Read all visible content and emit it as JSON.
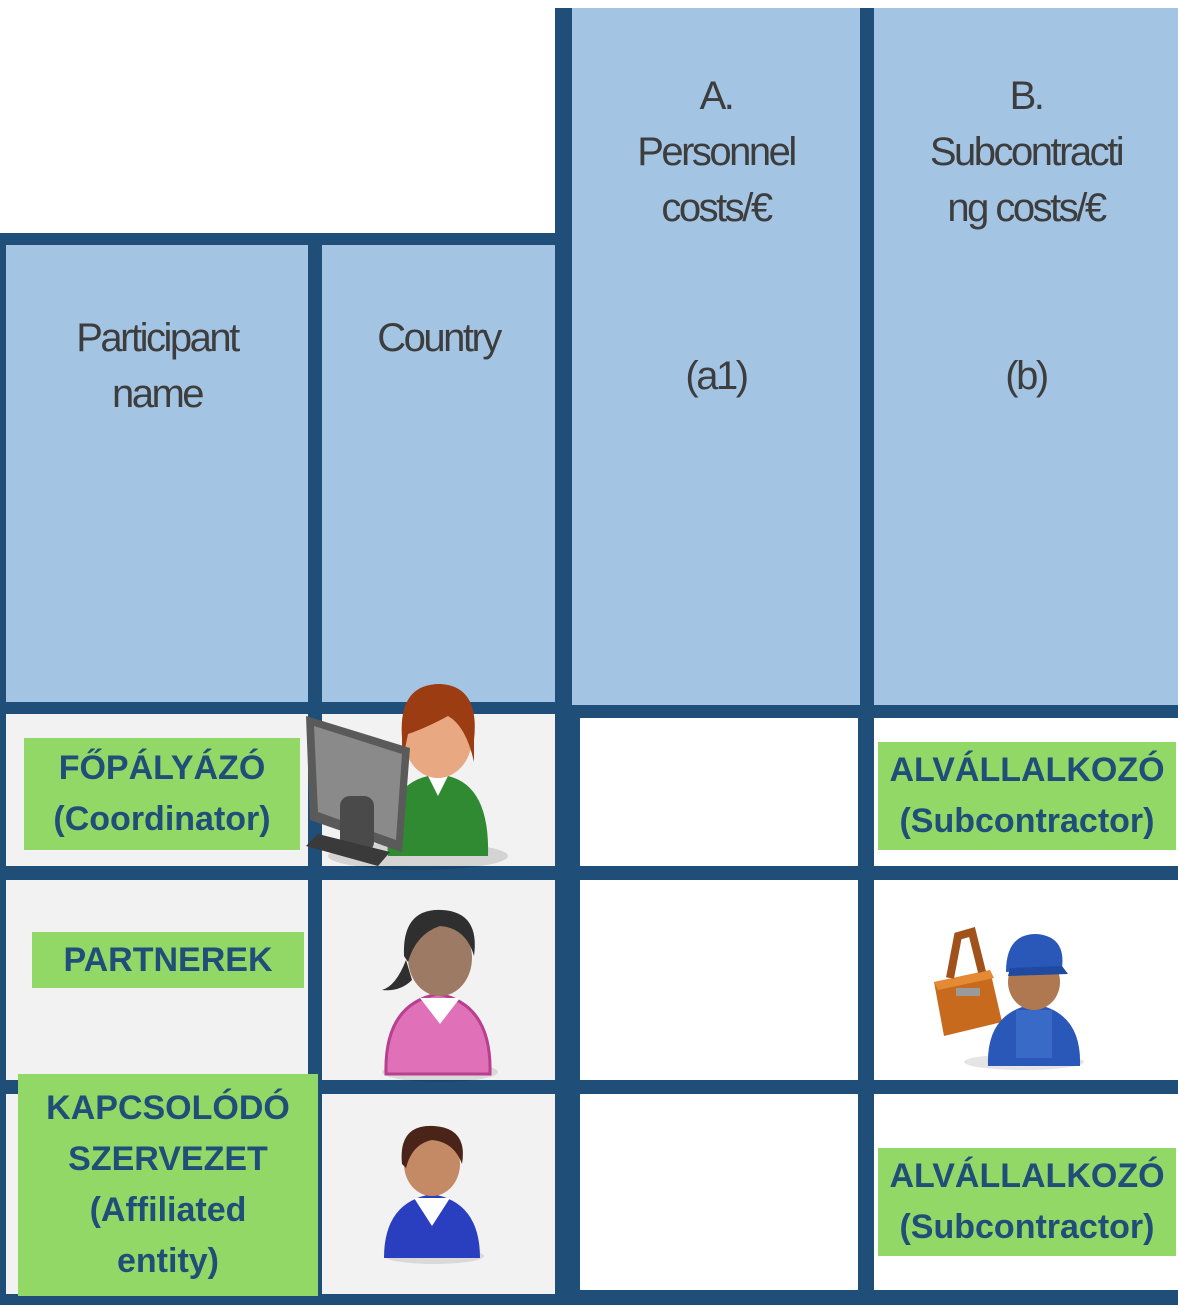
{
  "table": {
    "headers": {
      "participant": "Participant\nname",
      "country": "Country",
      "personnel": "A.\nPersonnel\ncosts/€",
      "personnel_code": "(a1)",
      "subcontracting": "B.\nSubcontracti\nng costs/€",
      "subcontracting_code": "(b)"
    }
  },
  "labels": {
    "coordinator": "FŐPÁLYÁZÓ\n(Coordinator)",
    "partners": "PARTNEREK",
    "affiliated": "KAPCSOLÓDÓ\nSZERVEZET\n(Affiliated\nentity)",
    "subcontractor_1": "ALVÁLLALKOZÓ\n(Subcontractor)",
    "subcontractor_2": "ALVÁLLALKOZÓ\n(Subcontractor)"
  },
  "icons": [
    "person-at-computer-icon",
    "woman-icon",
    "man-icon",
    "worker-with-toolbox-icon"
  ],
  "colors": {
    "header_fill": "#a3c4e3",
    "border": "#1f4e79",
    "tag_fill": "#92d867",
    "tag_text": "#1f4e79"
  }
}
